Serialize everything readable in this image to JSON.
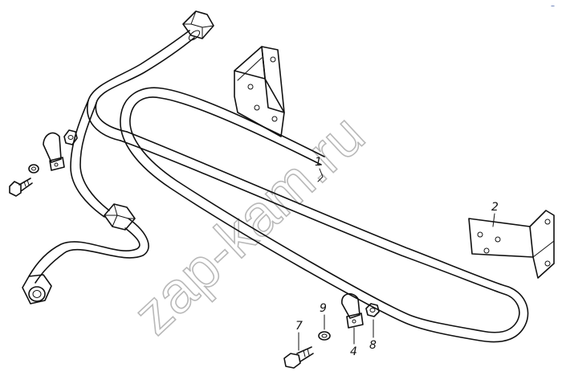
{
  "watermark": "zap-kam.ru",
  "corner_mark": "–",
  "callouts": [
    {
      "id": "part-1",
      "label": "1"
    },
    {
      "id": "part-2",
      "label": "2"
    },
    {
      "id": "part-4",
      "label": "4"
    },
    {
      "id": "part-7",
      "label": "7"
    },
    {
      "id": "part-8",
      "label": "8"
    },
    {
      "id": "part-9",
      "label": "9"
    }
  ],
  "colors": {
    "line": "#111111",
    "watermark": "#b8b8b8",
    "corner_mark": "#2a4d9e"
  }
}
